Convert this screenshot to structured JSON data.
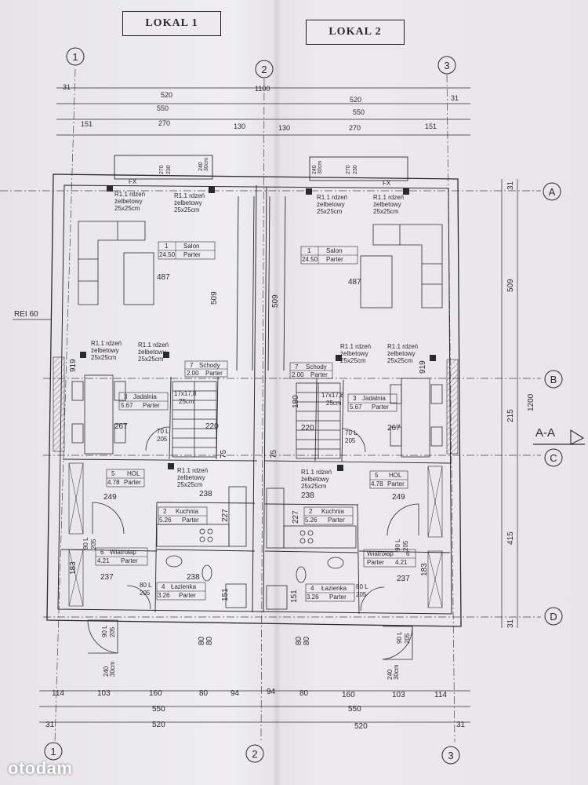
{
  "titles": {
    "left": "LOKAL 1",
    "right": "LOKAL 2"
  },
  "axes_vertical": [
    "1",
    "2",
    "3"
  ],
  "axes_horizontal": [
    "A",
    "B",
    "C",
    "D"
  ],
  "section_label": "A-A",
  "wall_label": "REI 60",
  "dims": {
    "top_row1": [
      "31",
      "520",
      "1100",
      "520",
      "31"
    ],
    "top_row2": [
      "550",
      "550"
    ],
    "top_row3": [
      "151",
      "270",
      "130",
      "130",
      "270",
      "151"
    ],
    "bottom_row1": [
      "114",
      "103",
      "160",
      "80",
      "94",
      "94",
      "80",
      "160",
      "103",
      "114"
    ],
    "bottom_row2": [
      "550",
      "550"
    ],
    "bottom_row3": [
      "31",
      "520",
      "520",
      "31"
    ],
    "right_axis": [
      "509",
      "215",
      "415",
      "1200",
      "31",
      "31"
    ],
    "window_top": [
      "270",
      "230",
      "270",
      "230",
      "240",
      "30cm",
      "240",
      "30cm"
    ],
    "interior": [
      "487",
      "487",
      "509",
      "509",
      "267",
      "267",
      "220",
      "220",
      "249",
      "249",
      "238",
      "238",
      "237",
      "237",
      "238",
      "227",
      "227",
      "183",
      "183",
      "151",
      "151",
      "919",
      "919",
      "180",
      "75",
      "75",
      "80",
      "80"
    ],
    "door_bottom": [
      "80",
      "80",
      "80",
      "80"
    ]
  },
  "column_labels": {
    "r1": "R1.1 rdzeń",
    "r2": "żelbetowy",
    "r3": "25x25cm"
  },
  "rooms": [
    {
      "no": "1",
      "name": "Salon",
      "area": "24.50",
      "level": "Parter"
    },
    {
      "no": "7",
      "name": "Schody",
      "area": "2.00",
      "level": "Parter"
    },
    {
      "no": "3",
      "name": "Jadalnia",
      "area": "5.67",
      "level": "Parter"
    },
    {
      "no": "5",
      "name": "HOL",
      "area": "4.78",
      "level": "Parter"
    },
    {
      "no": "2",
      "name": "Kuchnia",
      "area": "5.26",
      "level": "Parter"
    },
    {
      "no": "6",
      "name": "Wiatrołap",
      "area": "4.21",
      "level": "Parter"
    },
    {
      "no": "4",
      "name": "Łazienka",
      "area": "3.26",
      "level": "Parter"
    }
  ],
  "stairs": {
    "label": "17x17,8",
    "width": "25cm"
  },
  "doors": {
    "d1": "70 L",
    "d1b": "205",
    "d2": "90 L",
    "d2b": "205",
    "d3": "80 L",
    "d3b": "205",
    "d4": "90 L",
    "d4b": "205",
    "fx": "FX",
    "sill": "240",
    "sill2": "30cm"
  },
  "watermark": "otodam",
  "colors": {
    "line": "#2a2a2e",
    "paper": "#eceaee",
    "watermark": "#ffffff"
  }
}
